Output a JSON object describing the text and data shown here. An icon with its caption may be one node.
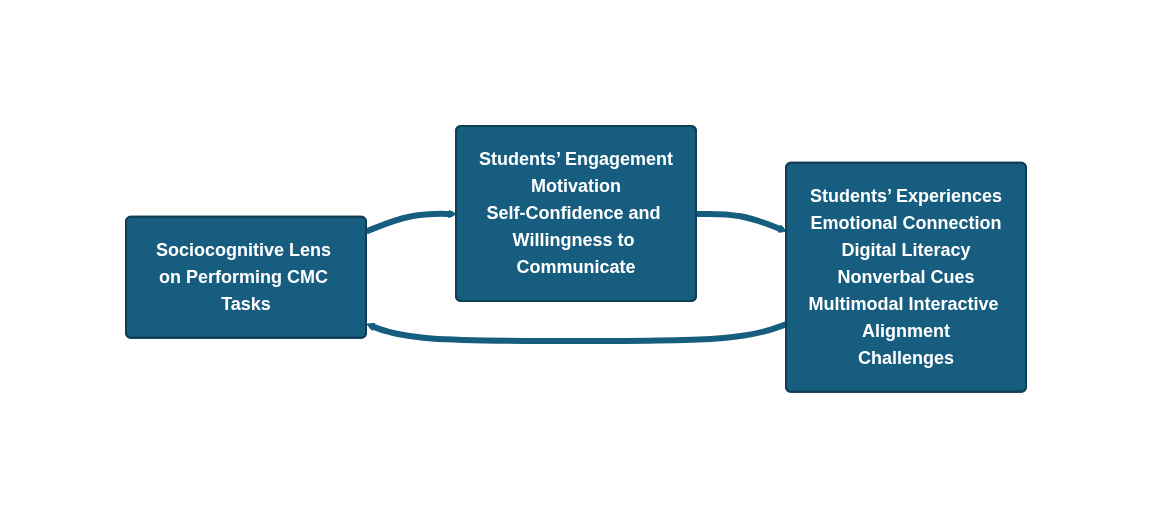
{
  "diagram": {
    "nodes": [
      {
        "text": [
          "Sociocognitive Lens on Performing CMC Tasks"
        ]
      },
      {
        "text": [
          "Students’ Engagement",
          "Motivation",
          "Self-Confidence and Willingness to Communicate"
        ]
      },
      {
        "text": [
          "Students’ Experiences",
          "Emotional Connection",
          "Digital Literacy",
          "Nonverbal Cues",
          "Multimodal Interactive Alignment",
          "Challenges"
        ]
      }
    ],
    "edges": [
      {
        "from": 0,
        "to": 1,
        "arrow": "to"
      },
      {
        "from": 1,
        "to": 2,
        "arrow": "to"
      },
      {
        "from": 2,
        "to": 0,
        "arrow": "to"
      }
    ]
  }
}
